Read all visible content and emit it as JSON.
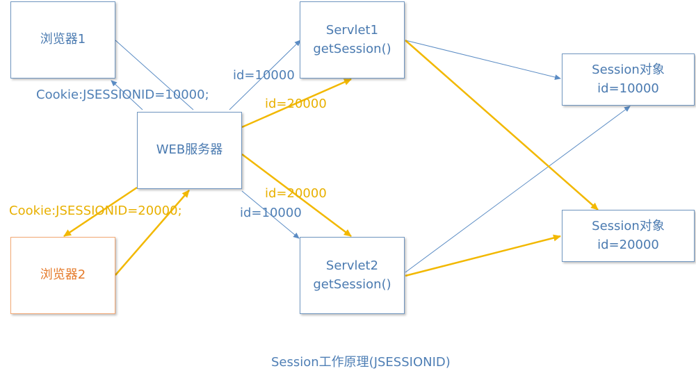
{
  "nodes": {
    "browser1": {
      "label": "浏览器1"
    },
    "browser2": {
      "label": "浏览器2"
    },
    "web_server": {
      "label": "WEB服务器"
    },
    "servlet1": {
      "line1": "Servlet1",
      "line2": "getSession()"
    },
    "servlet2": {
      "line1": "Servlet2",
      "line2": "getSession()"
    },
    "session1": {
      "line1": "Session对象",
      "line2": "id=10000"
    },
    "session2": {
      "line1": "Session对象",
      "line2": "id=20000"
    }
  },
  "edge_labels": {
    "cookie1": "Cookie:JSESSIONID=10000;",
    "cookie2": "Cookie:JSESSIONID=20000;",
    "s1_id_blue": "id=10000",
    "s1_id_gold": "id=20000",
    "s2_id_gold": "id=20000",
    "s2_id_blue": "id=10000"
  },
  "caption": "Session工作原理(JSESSIONID)",
  "colors": {
    "blue": "#5b8cc4",
    "gold": "#f2b800",
    "orange": "#f2a873"
  }
}
